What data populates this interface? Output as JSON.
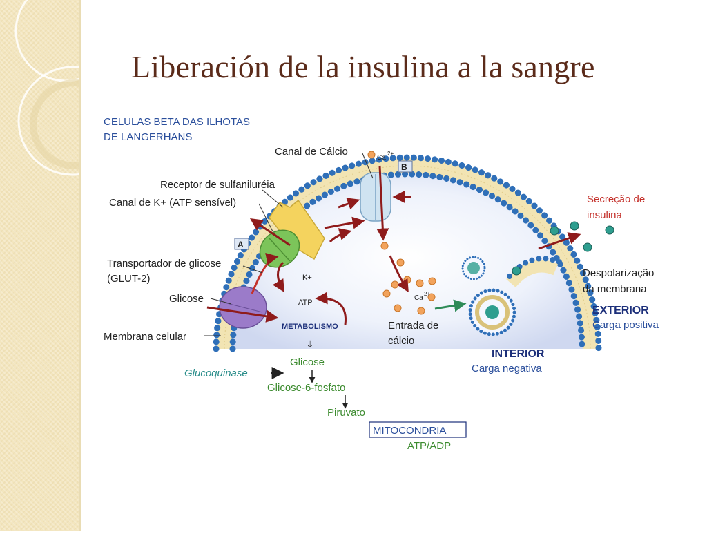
{
  "slide": {
    "title": "Liberación de la insulina a la sangre"
  },
  "diagram": {
    "heading_line1": "CELULAS BETA DAS ILHOTAS",
    "heading_line2": "DE LANGERHANS",
    "labels": {
      "canal_calcio": "Canal de Cálcio",
      "ca2_top": "Ca",
      "ca2_sup": "2+",
      "badge_b": "B",
      "badge_a": "A",
      "receptor": "Receptor de sulfaniluréia",
      "canal_k": "Canal de K+ (ATP sensível)",
      "transportador_1": "Transportador de glicose",
      "transportador_2": "(GLUT-2)",
      "glicose_left": "Glicose",
      "membrana": "Membrana celular",
      "k_plus": "K+",
      "atp": "ATP",
      "metabolismo": "METABOLISMO",
      "ca2_inner": "Ca",
      "ca2_inner_sup": "2+",
      "entrada_1": "Entrada de",
      "entrada_2": "cálcio",
      "secrecao_1": "Secreção de",
      "secrecao_2": "insulina",
      "despol_1": "Despolarização",
      "despol_2": "da membrana",
      "exterior": "EXTERIOR",
      "carga_pos": "Carga positiva",
      "interior": "INTERIOR",
      "carga_neg": "Carga negativa",
      "glicose_path": "Glicose",
      "glucoquinase": "Glucoquinase",
      "g6p": "Glicose-6-fosfato",
      "piruvato": "Piruvato",
      "mitocondria": "MITOCONDRIA",
      "atp_adp": "ATP/ADP",
      "down_arrow": "⇓"
    },
    "colors": {
      "title": "#5b2b1a",
      "membrane_heads": "#2f6fb8",
      "receptor": "#f4d35e",
      "k_channel": "#7cc45a",
      "glut2": "#9b7bc9",
      "ca_channel": "#cfe3f1",
      "calcium_ions": "#f2a35c",
      "insulin_granules": "#2e9e8f",
      "arrow_red": "#8f1b1b",
      "arrow_green": "#2e8b57"
    }
  }
}
